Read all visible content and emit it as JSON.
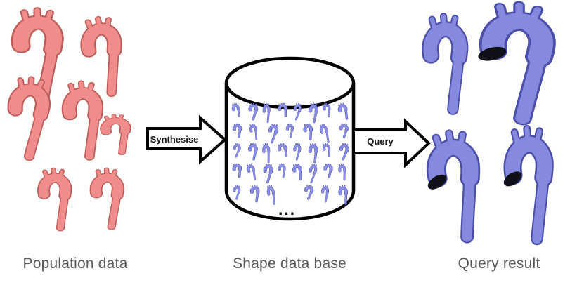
{
  "figure": {
    "population": {
      "label": "Population data",
      "count": 7
    },
    "database": {
      "label": "Shape data base",
      "ellipsis": "...",
      "grid_rows": [
        8,
        7,
        8,
        8,
        6
      ]
    },
    "query_result": {
      "label": "Query result",
      "count": 4
    },
    "arrows": {
      "synthesise": "Synthesise",
      "query": "Query"
    }
  },
  "colors": {
    "population_fill": "#ef8d8d",
    "population_edge": "#bc5d58",
    "query_fill": "#868ade",
    "query_edge": "#4c4fa8",
    "db_glyph_fill": "#8a8ee4",
    "db_glyph_edge": "#3d3f96",
    "opening": "#101018",
    "outline": "#000000",
    "label_text": "#595959"
  }
}
